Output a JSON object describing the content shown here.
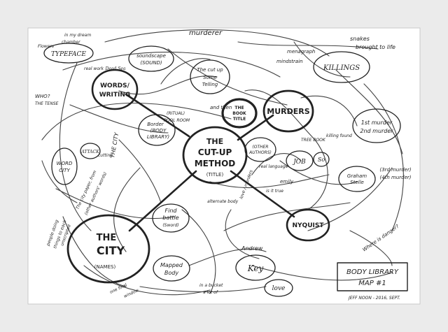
{
  "central": {
    "line1": "THE",
    "line2": "CUT-UP",
    "line3": "METHOD",
    "sub": "(TITLE)"
  },
  "hubs": {
    "city": {
      "line1": "THE",
      "line2": "CITY",
      "sub": "(NAMES)"
    },
    "murders": {
      "label": "MURDERS"
    },
    "words": {
      "line1": "WORDS/",
      "line2": "WRITING"
    },
    "nyquist": {
      "label": "NYQUIST"
    }
  },
  "nodes": {
    "killings": "KILLINGS",
    "book_title": [
      "THE",
      "BOOK",
      "TITLE"
    ],
    "typeface": "TYPEFACE",
    "key": "Key",
    "love": "love",
    "job": "JOB",
    "so": "So",
    "first_murder": [
      "1st murder",
      "2nd murder"
    ],
    "graham": [
      "Graham",
      "Stelle"
    ],
    "third": [
      "(3rd murder)",
      "(4th murder)"
    ],
    "authors": [
      "(OTHER",
      "AUTHORS)"
    ],
    "border": [
      "Border",
      "(BODY",
      "LIBRARY)"
    ],
    "find_battle": [
      "Find",
      "battle",
      "(Sword)"
    ],
    "soundscape": [
      "soundscape",
      "(SOUND)"
    ],
    "cut_up": [
      "The cut up",
      "Some",
      "Telling"
    ],
    "word_city": [
      "WORD",
      "CITY"
    ],
    "mapped_body": [
      "Mapped",
      "Body"
    ],
    "attack": "ATTACK",
    "dead_sea": "Dead Sea"
  },
  "notes": {
    "murderer": "murderer",
    "snakes": "snakes",
    "brought_to_life": "brought to life",
    "mindstrain": "mindstrain",
    "menagraph": "menagraph",
    "flowers": "Flowers",
    "dream": "in my dream",
    "chamber": "chamber",
    "who": "WHO?",
    "tense": "THE TENSE",
    "real_work": "real work",
    "cutting": "cutting",
    "the_city_vert": "THE CITY",
    "rituals": "(RITUAL)",
    "pool_room": "POOL ROOM",
    "tree_book": "TREE BOOK",
    "killing_found": "killing found",
    "the_city_notes": "The city paper, from",
    "other_authors_words": "(other authors' words)",
    "people_doing": "people doing",
    "things": "things to each",
    "unscripted": "unscripted",
    "alternate_body": "alternate body",
    "where_is_danger": "Where is danger?",
    "andrew": "Andrew",
    "in_bucket": "in a bucket",
    "a_lot": "a lot of",
    "and_then": "and then",
    "one_final": "one final",
    "window": "window",
    "real_language": "real language",
    "love_murders": "love / murders",
    "is_it_true": "is it true",
    "emily": "emily"
  },
  "legend": {
    "line1": "BODY LIBRARY",
    "line2": "MAP #1",
    "credit": "JEFF NOON - 2016, SEPT."
  }
}
